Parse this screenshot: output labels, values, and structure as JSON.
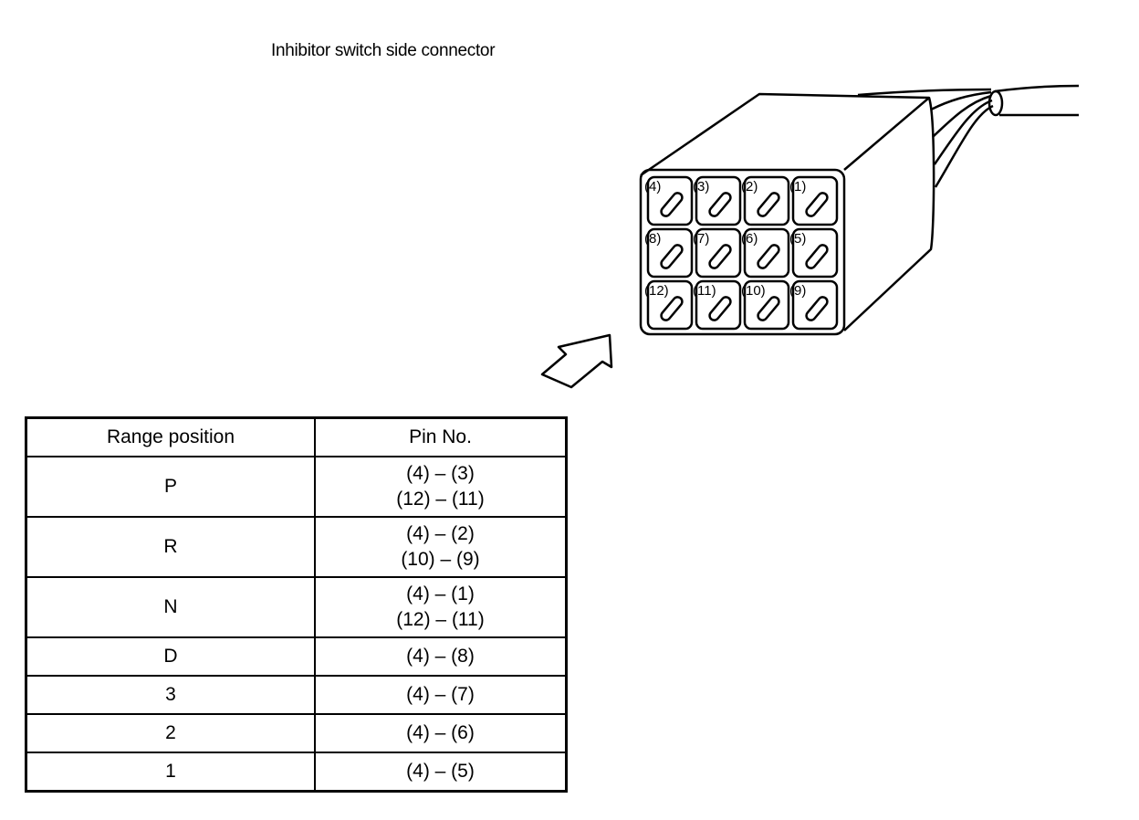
{
  "title": "Inhibitor switch side connector",
  "connector": {
    "pins": [
      {
        "label": "(4)"
      },
      {
        "label": "(3)"
      },
      {
        "label": "(2)"
      },
      {
        "label": "(1)"
      },
      {
        "label": "(8)"
      },
      {
        "label": "(7)"
      },
      {
        "label": "(6)"
      },
      {
        "label": "(5)"
      },
      {
        "label": "(12)"
      },
      {
        "label": "(11)"
      },
      {
        "label": "(10)"
      },
      {
        "label": "(9)"
      }
    ]
  },
  "table": {
    "headers": [
      "Range position",
      "Pin No."
    ],
    "rows": [
      {
        "position": "P",
        "pins": [
          "(4) – (3)",
          "(12) – (11)"
        ]
      },
      {
        "position": "R",
        "pins": [
          "(4) – (2)",
          "(10) – (9)"
        ]
      },
      {
        "position": "N",
        "pins": [
          "(4) – (1)",
          "(12) – (11)"
        ]
      },
      {
        "position": "D",
        "pins": [
          "(4) – (8)"
        ]
      },
      {
        "position": "3",
        "pins": [
          "(4) – (7)"
        ]
      },
      {
        "position": "2",
        "pins": [
          "(4) – (6)"
        ]
      },
      {
        "position": "1",
        "pins": [
          "(4) – (5)"
        ]
      }
    ]
  }
}
